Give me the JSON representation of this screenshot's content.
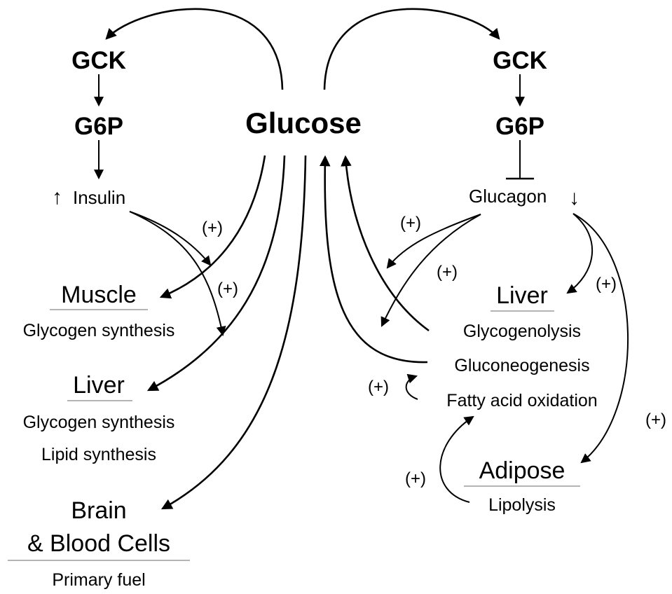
{
  "center": {
    "label": "Glucose"
  },
  "left": {
    "enzyme": "GCK",
    "product": "G6P",
    "hormone_arrow": "↑",
    "hormone": "Insulin",
    "plus_1": "(+)",
    "plus_2": "(+)",
    "muscle": {
      "title": "Muscle",
      "process": "Glycogen synthesis"
    },
    "liver": {
      "title": "Liver",
      "process_1": "Glycogen synthesis",
      "process_2": "Lipid synthesis"
    },
    "brain": {
      "title_1": "Brain",
      "title_2": "& Blood Cells",
      "process": "Primary fuel"
    }
  },
  "right": {
    "enzyme": "GCK",
    "product": "G6P",
    "hormone": "Glucagon",
    "hormone_arrow": "↓",
    "plus_1": "(+)",
    "plus_2": "(+)",
    "plus_3": "(+)",
    "plus_4": "(+)",
    "plus_5": "(+)",
    "plus_6": "(+)",
    "liver": {
      "title": "Liver",
      "process_1": "Glycogenolysis",
      "process_2": "Gluconeogenesis",
      "process_3": "Fatty acid oxidation"
    },
    "adipose": {
      "title": "Adipose",
      "process": "Lipolysis"
    }
  },
  "colors": {
    "ink": "#000000",
    "rule": "#888888",
    "background": "#ffffff"
  }
}
